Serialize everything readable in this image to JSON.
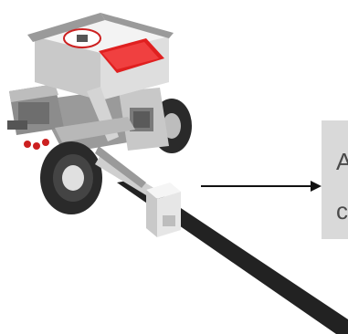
{
  "callout": {
    "line1": "A",
    "line2": "c"
  },
  "colors": {
    "line_track": "#222222",
    "brick_screen": "#e02020",
    "body_white": "#e6e6e6",
    "body_gray": "#8c8c8c",
    "wheel_dark": "#2a2a2a",
    "callout_bg": "#d9d9d9",
    "callout_text": "#4a4a4a"
  },
  "icons": {
    "robot": "ev3-robot-illustration",
    "sensor": "color-sensor-icon",
    "arrow": "arrow-right-icon"
  }
}
